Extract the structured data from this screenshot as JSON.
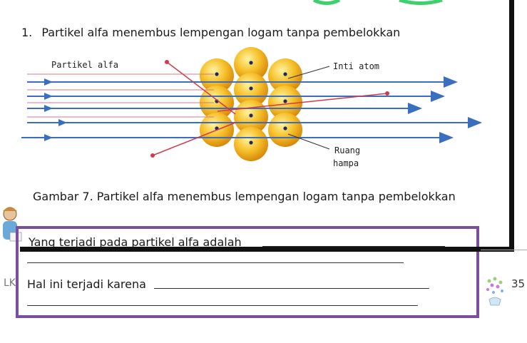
{
  "question": {
    "number": "1.",
    "text": "Partikel alfa menembus lempengan logam tanpa pembelokkan"
  },
  "figure": {
    "label_particle": "Partikel alfa",
    "label_nucleus": "Inti atom",
    "label_space_line1": "Ruang",
    "label_space_line2": "hampa",
    "colors": {
      "arrow": "#3a6fbf",
      "deflected": "#d23a4a",
      "atom": "#f2b420",
      "atom_core": "#1c2a5c"
    }
  },
  "caption": "Gambar 7. Partikel alfa menembus lempengan logam tanpa pembelokkan",
  "worksheet": {
    "prompt1": "Yang terjadi pada partikel alfa adalah",
    "prompt2": "Hal ini terjadi karena"
  },
  "page": {
    "number": "35",
    "corner_label": "LK"
  }
}
